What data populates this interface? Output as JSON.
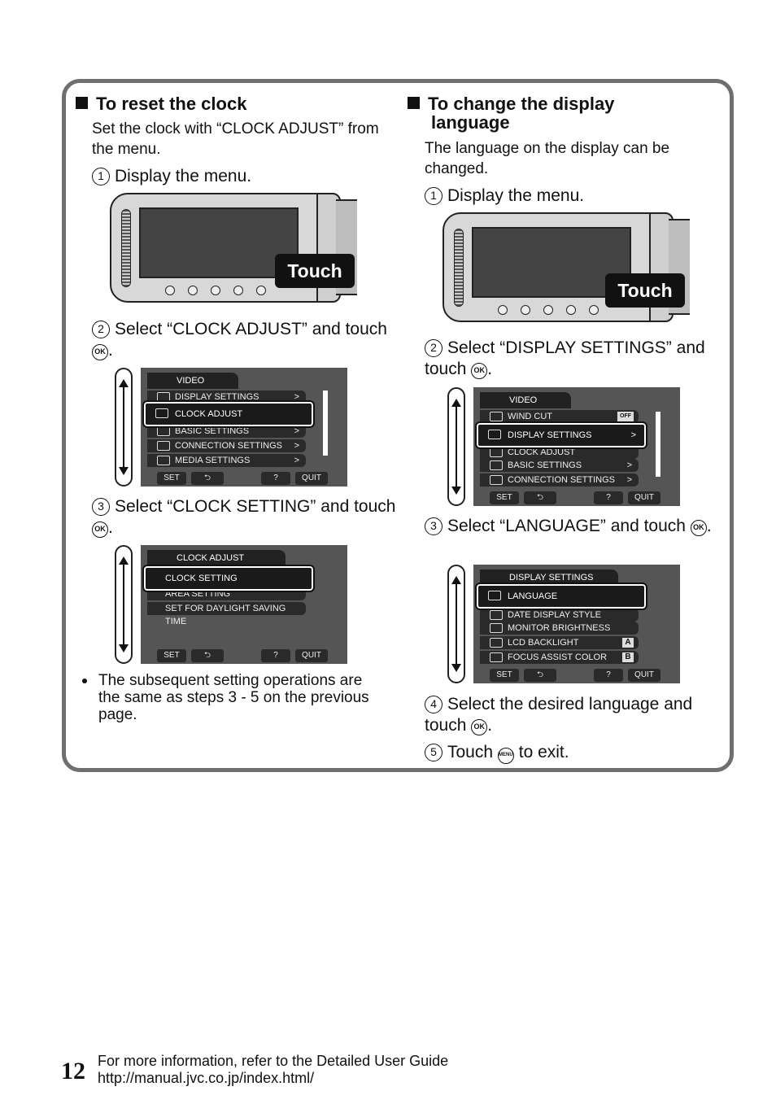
{
  "left": {
    "heading": "To reset the clock",
    "intro": "Set the clock with “CLOCK ADJUST” from the menu.",
    "step1": {
      "num": "1",
      "text": "Display the menu."
    },
    "touch_label": "Touch",
    "step2": {
      "num": "2",
      "text": "Select “CLOCK ADJUST” and touch",
      "ok": "OK",
      "end": "."
    },
    "menu1": {
      "head": "VIDEO",
      "rows": [
        {
          "label": "DISPLAY SETTINGS",
          "arrow": ">"
        },
        {
          "label": "BASIC SETTINGS",
          "arrow": ">"
        },
        {
          "label": "CONNECTION SETTINGS",
          "arrow": ">"
        },
        {
          "label": "MEDIA SETTINGS",
          "arrow": ">"
        }
      ],
      "highlight": "CLOCK ADJUST",
      "foot": {
        "set": "SET",
        "back": "⮌",
        "help": "?",
        "quit": "QUIT"
      }
    },
    "step3": {
      "num": "3",
      "text": "Select “CLOCK SETTING” and touch",
      "ok": "OK",
      "end": "."
    },
    "menu2": {
      "head": "CLOCK ADJUST",
      "highlight": "CLOCK SETTING",
      "rows": [
        {
          "label": "AREA SETTING"
        },
        {
          "label": "SET FOR DAYLIGHT SAVING TIME"
        }
      ],
      "foot": {
        "set": "SET",
        "back": "⮌",
        "help": "?",
        "quit": "QUIT"
      }
    },
    "bullet": "The subsequent setting operations are the same as steps 3 - 5 on the previous page."
  },
  "right": {
    "heading_line1": "To change the display",
    "heading_line2": "language",
    "intro": "The language on the display can be changed.",
    "step1": {
      "num": "1",
      "text": "Display the menu."
    },
    "touch_label": "Touch",
    "step2": {
      "num": "2",
      "text": "Select “DISPLAY SETTINGS” and touch",
      "ok": "OK",
      "end": "."
    },
    "menu1": {
      "head": "VIDEO",
      "rows_top": [
        {
          "label": "WIND  CUT",
          "tag": "OFF"
        }
      ],
      "highlight": {
        "label": "DISPLAY SETTINGS",
        "arrow": ">"
      },
      "rows": [
        {
          "label": "CLOCK ADJUST",
          "arrow": ""
        },
        {
          "label": "BASIC SETTINGS",
          "arrow": ">"
        },
        {
          "label": "CONNECTION SETTINGS",
          "arrow": ">"
        }
      ],
      "foot": {
        "set": "SET",
        "back": "⮌",
        "help": "?",
        "quit": "QUIT"
      }
    },
    "step3": {
      "num": "3",
      "text": "Select “LANGUAGE” and touch",
      "ok": "OK",
      "end": "."
    },
    "menu2": {
      "head": "DISPLAY SETTINGS",
      "highlight": "LANGUAGE",
      "rows": [
        {
          "label": "DATE DISPLAY STYLE",
          "tag": ""
        },
        {
          "label": "MONITOR BRIGHTNESS",
          "tag": ""
        },
        {
          "label": "LCD BACKLIGHT",
          "tag": "A"
        },
        {
          "label": "FOCUS ASSIST COLOR",
          "tag": "B"
        }
      ],
      "foot": {
        "set": "SET",
        "back": "⮌",
        "help": "?",
        "quit": "QUIT"
      }
    },
    "step4": {
      "num": "4",
      "text": "Select the desired language and touch",
      "ok": "OK",
      "end": "."
    },
    "step5": {
      "num": "5",
      "pre": "Touch",
      "menu": "MENU",
      "post": "to exit."
    }
  },
  "footer": {
    "page_number": "12",
    "line1": "For more information, refer to the Detailed User Guide",
    "line2": "http://manual.jvc.co.jp/index.html/"
  }
}
